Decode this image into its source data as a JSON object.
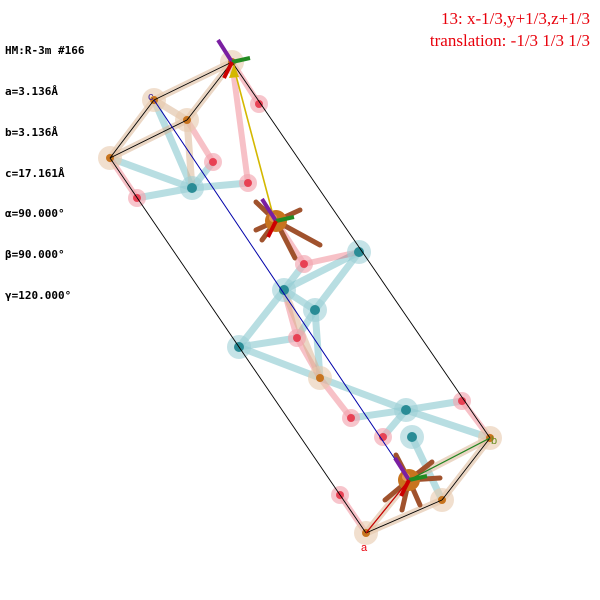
{
  "cell_info": {
    "space_group": "HM:R-3m #166",
    "a": "a=3.136Å",
    "b": "b=3.136Å",
    "c": "c=17.161Å",
    "alpha": "α=90.000°",
    "beta": "β=90.000°",
    "gamma": "γ=120.000°"
  },
  "symmetry": {
    "operation": "13: x-1/3,y+1/3,z+1/3",
    "translation": "translation: -1/3 1/3 1/3"
  },
  "axes": {
    "a": "a",
    "b": "b",
    "c": "c"
  },
  "colors": {
    "symmetry_text": "#e8000b",
    "cell_edges": "#000000",
    "c_axis": "#0000aa",
    "a_axis": "#cc0000",
    "b_axis": "#228b22",
    "translation_vector": "#d4b800",
    "center_atom": "#c8741e",
    "cation_atom": "#2a8c96",
    "oxygen_atom": "#e8364a",
    "bond": "#a0522d",
    "bond_teal": "#7fc4cc"
  }
}
